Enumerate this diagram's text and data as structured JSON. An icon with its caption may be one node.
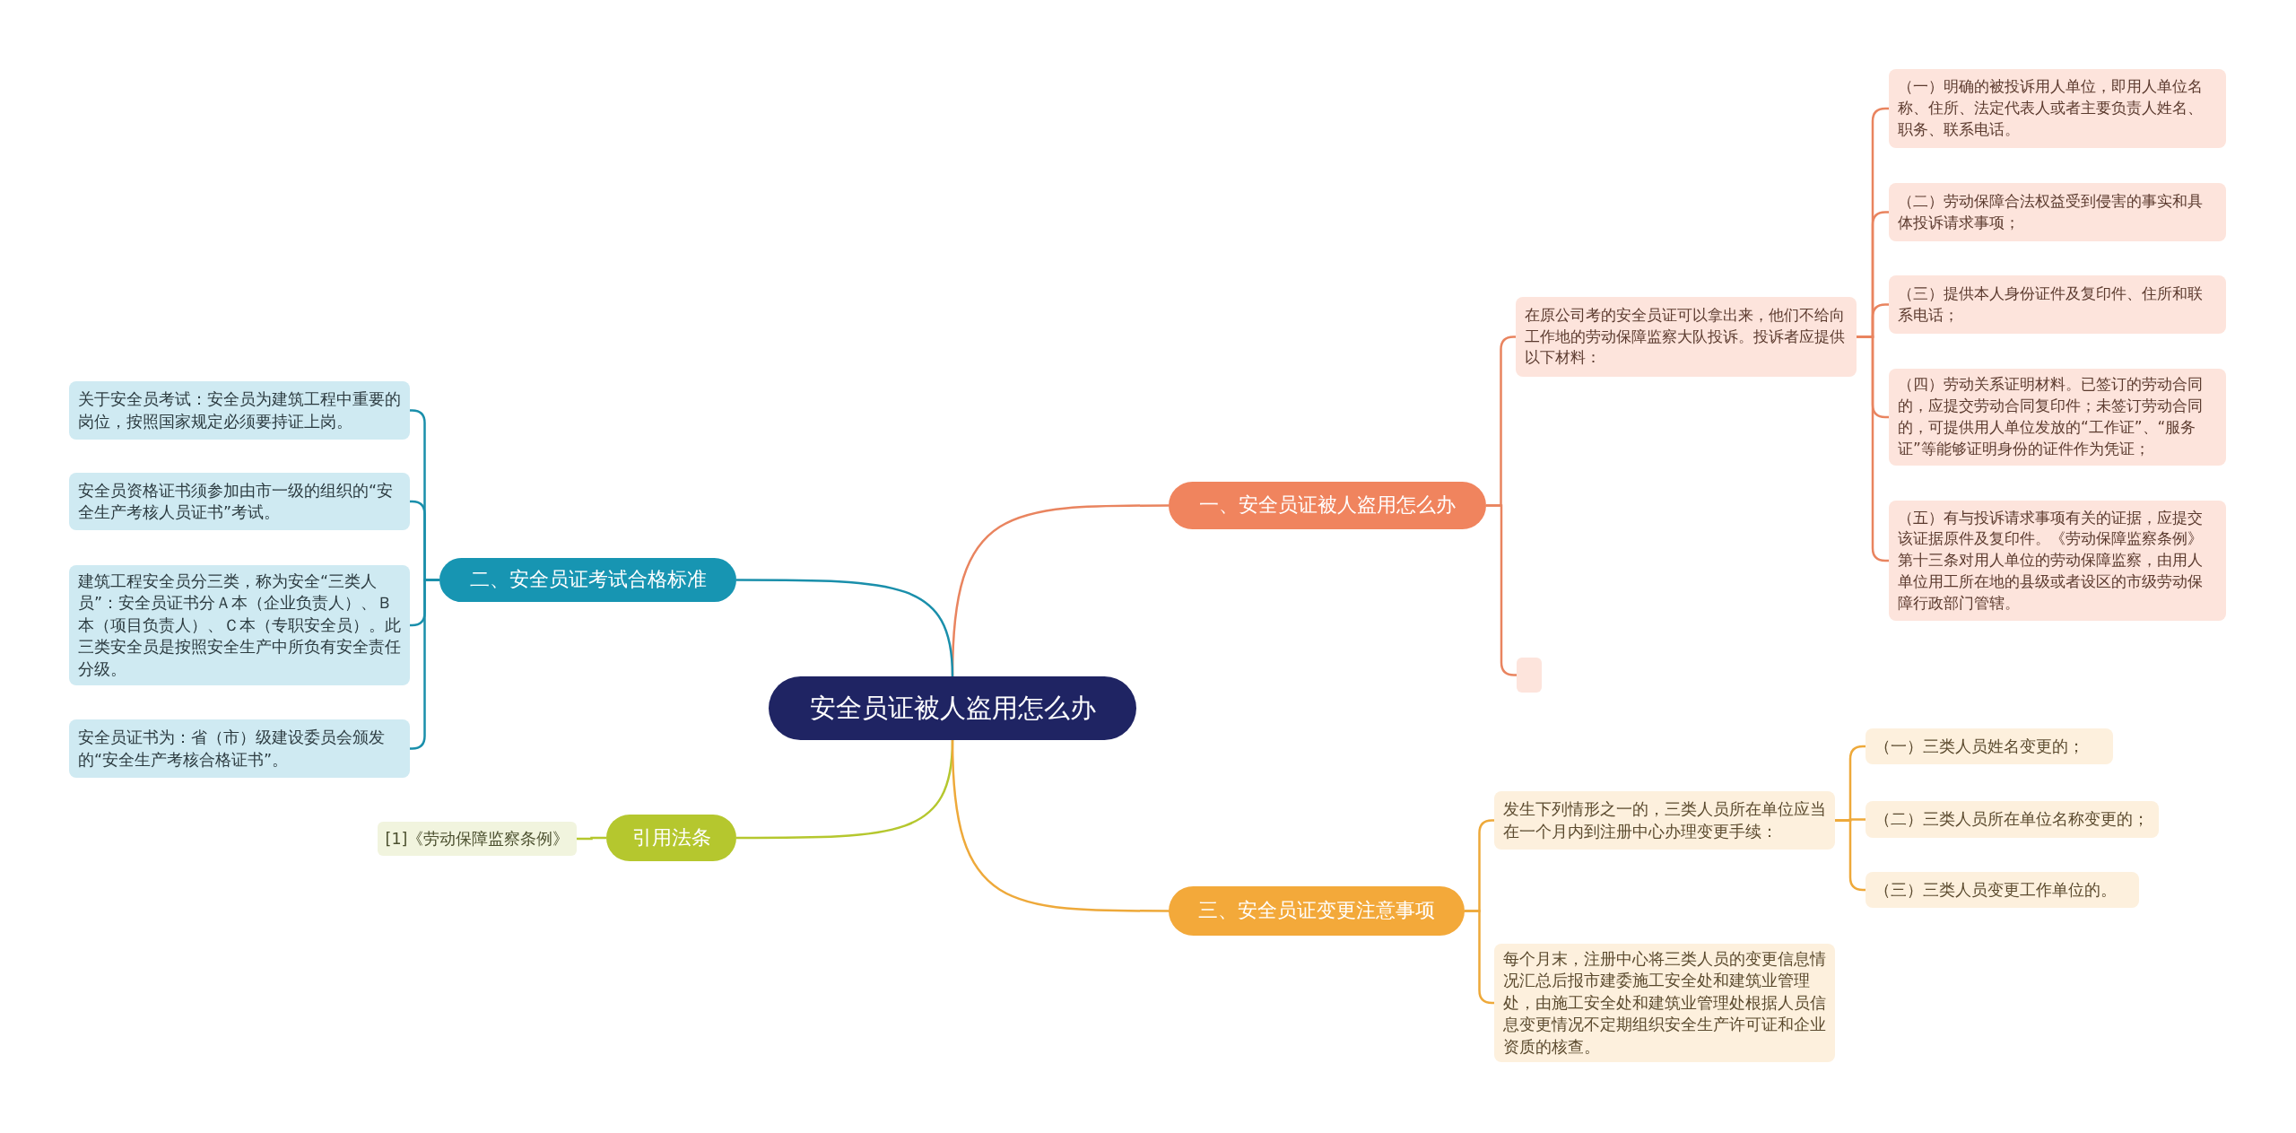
{
  "diagram": {
    "nodes": [
      {
        "text": [
          "安全员证被人盗用怎么办"
        ]
      },
      {
        "text": [
          "一、安全员证被人盗用怎么办"
        ]
      },
      {
        "text": [
          "在原公司考的安全员证可以拿出来，他们不给向工作地的劳动保障监察大队投诉。投诉者应提供以下材料："
        ]
      },
      {
        "text": [
          "（一）明确的被投诉用人单位，即用人单位名称、住所、法定代表人或者主要负责人姓名、职务、联系电话。"
        ]
      },
      {
        "text": [
          "（二）劳动保障合法权益受到侵害的事实和具体投诉请求事项；"
        ]
      },
      {
        "text": [
          "（三）提供本人身份证件及复印件、住所和联系电话；"
        ]
      },
      {
        "text": [
          "（四）劳动关系证明材料。已签订的劳动合同的，应提交劳动合同复印件；未签订劳动合同的，可提供用人单位发放的“工作证”、“服务证”等能够证明身份的证件作为凭证；"
        ]
      },
      {
        "text": [
          "（五）有与投诉请求事项有关的证据，应提交该证据原件及复印件。《劳动保障监察条例》第十三条对用人单位的劳动保障监察，由用人单位用工所在地的县级或者设区的市级劳动保障行政部门管辖。"
        ]
      },
      {
        "text": [],
        "shape": "box"
      },
      {
        "text": [
          "二、安全员证考试合格标准"
        ]
      },
      {
        "text": [
          "关于安全员考试：安全员为建筑工程中重要的岗位，按照国家规定必须要持证上岗。"
        ]
      },
      {
        "text": [
          "安全员资格证书须参加由市一级的组织的“安全生产考核人员证书”考试。"
        ]
      },
      {
        "text": [
          "建筑工程安全员分三类，称为安全“三类人员”：安全员证书分Ａ本（企业负责人）、Ｂ本（项目负责人）、Ｃ本（专职安全员）。此三类安全员是按照安全生产中所负有安全责任分级。"
        ]
      },
      {
        "text": [
          "安全员证书为：省（市）级建设委员会颁发的“安全生产考核合格证书”。"
        ]
      },
      {
        "text": [
          "引用法条"
        ]
      },
      {
        "text": [
          "[1]《劳动保障监察条例》"
        ]
      },
      {
        "text": [
          "三、安全员证变更注意事项"
        ]
      },
      {
        "text": [
          "发生下列情形之一的，三类人员所在单位应当在一个月内到注册中心办理变更手续："
        ]
      },
      {
        "text": [
          "（一）三类人员姓名变更的；"
        ]
      },
      {
        "text": [
          "（二）三类人员所在单位名称变更的；"
        ]
      },
      {
        "text": [
          "（三）三类人员变更工作单位的。"
        ]
      },
      {
        "text": [
          "每个月末，注册中心将三类人员的变更信息情况汇总后报市建委施工安全处和建筑业管理处，由施工安全处和建筑业管理处根据人员信息变更情况不定期组织安全生产许可证和企业资质的核查。"
        ]
      }
    ],
    "edges": [
      {
        "from": 0,
        "to": 1,
        "arrow": "none",
        "color": "#e9845f"
      },
      {
        "from": 1,
        "to": 2,
        "arrow": "none",
        "color": "#e9845f"
      },
      {
        "from": 2,
        "to": 3,
        "arrow": "none",
        "color": "#e9845f"
      },
      {
        "from": 2,
        "to": 4,
        "arrow": "none",
        "color": "#e9845f"
      },
      {
        "from": 2,
        "to": 5,
        "arrow": "none",
        "color": "#e9845f"
      },
      {
        "from": 2,
        "to": 6,
        "arrow": "none",
        "color": "#e9845f"
      },
      {
        "from": 2,
        "to": 7,
        "arrow": "none",
        "color": "#e9845f"
      },
      {
        "from": 1,
        "to": 8,
        "arrow": "none",
        "color": "#e9845f"
      },
      {
        "from": 0,
        "to": 9,
        "arrow": "none",
        "color": "#1a8fab"
      },
      {
        "from": 9,
        "to": 10,
        "arrow": "none",
        "color": "#1a8fab"
      },
      {
        "from": 9,
        "to": 11,
        "arrow": "none",
        "color": "#1a8fab"
      },
      {
        "from": 9,
        "to": 12,
        "arrow": "none",
        "color": "#1a8fab"
      },
      {
        "from": 9,
        "to": 13,
        "arrow": "none",
        "color": "#1a8fab"
      },
      {
        "from": 0,
        "to": 14,
        "arrow": "none",
        "color": "#b5c72e"
      },
      {
        "from": 14,
        "to": 15,
        "arrow": "none",
        "color": "#b5c72e"
      },
      {
        "from": 0,
        "to": 16,
        "arrow": "none",
        "color": "#eea93a"
      },
      {
        "from": 16,
        "to": 17,
        "arrow": "none",
        "color": "#eea93a"
      },
      {
        "from": 17,
        "to": 18,
        "arrow": "none",
        "color": "#eea93a"
      },
      {
        "from": 17,
        "to": 19,
        "arrow": "none",
        "color": "#eea93a"
      },
      {
        "from": 17,
        "to": 20,
        "arrow": "none",
        "color": "#eea93a"
      },
      {
        "from": 16,
        "to": 21,
        "arrow": "none",
        "color": "#eea93a"
      }
    ]
  }
}
